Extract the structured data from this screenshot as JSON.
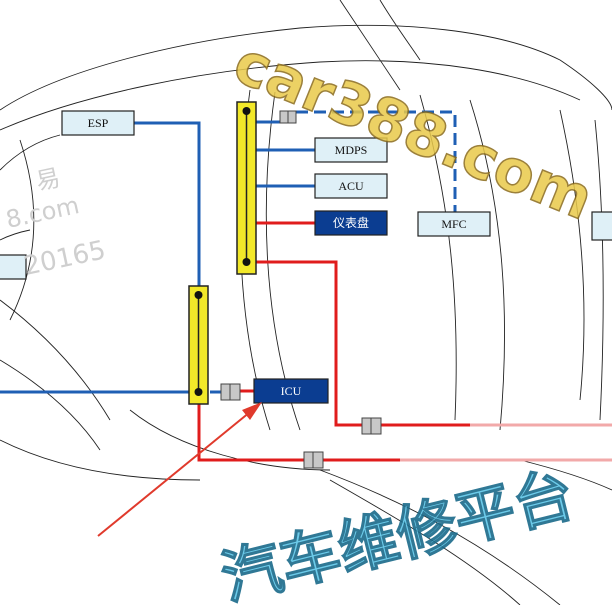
{
  "modules": {
    "esp": "ESP",
    "mdps": "MDPS",
    "acu": "ACU",
    "cluster": "仪表盘",
    "mfc": "MFC",
    "icu": "ICU"
  },
  "watermark": {
    "site": "car388.com",
    "banner": "汽车维修平台",
    "side_site": "8.com",
    "side_number": "20165",
    "side_char": "易"
  },
  "colors": {
    "bus_blue": "#1f5fb4",
    "power_red": "#e01c1c",
    "highlight_box": "#0b3d91",
    "junction_yellow": "#f2e829",
    "pointer_red": "#e03a2c"
  }
}
